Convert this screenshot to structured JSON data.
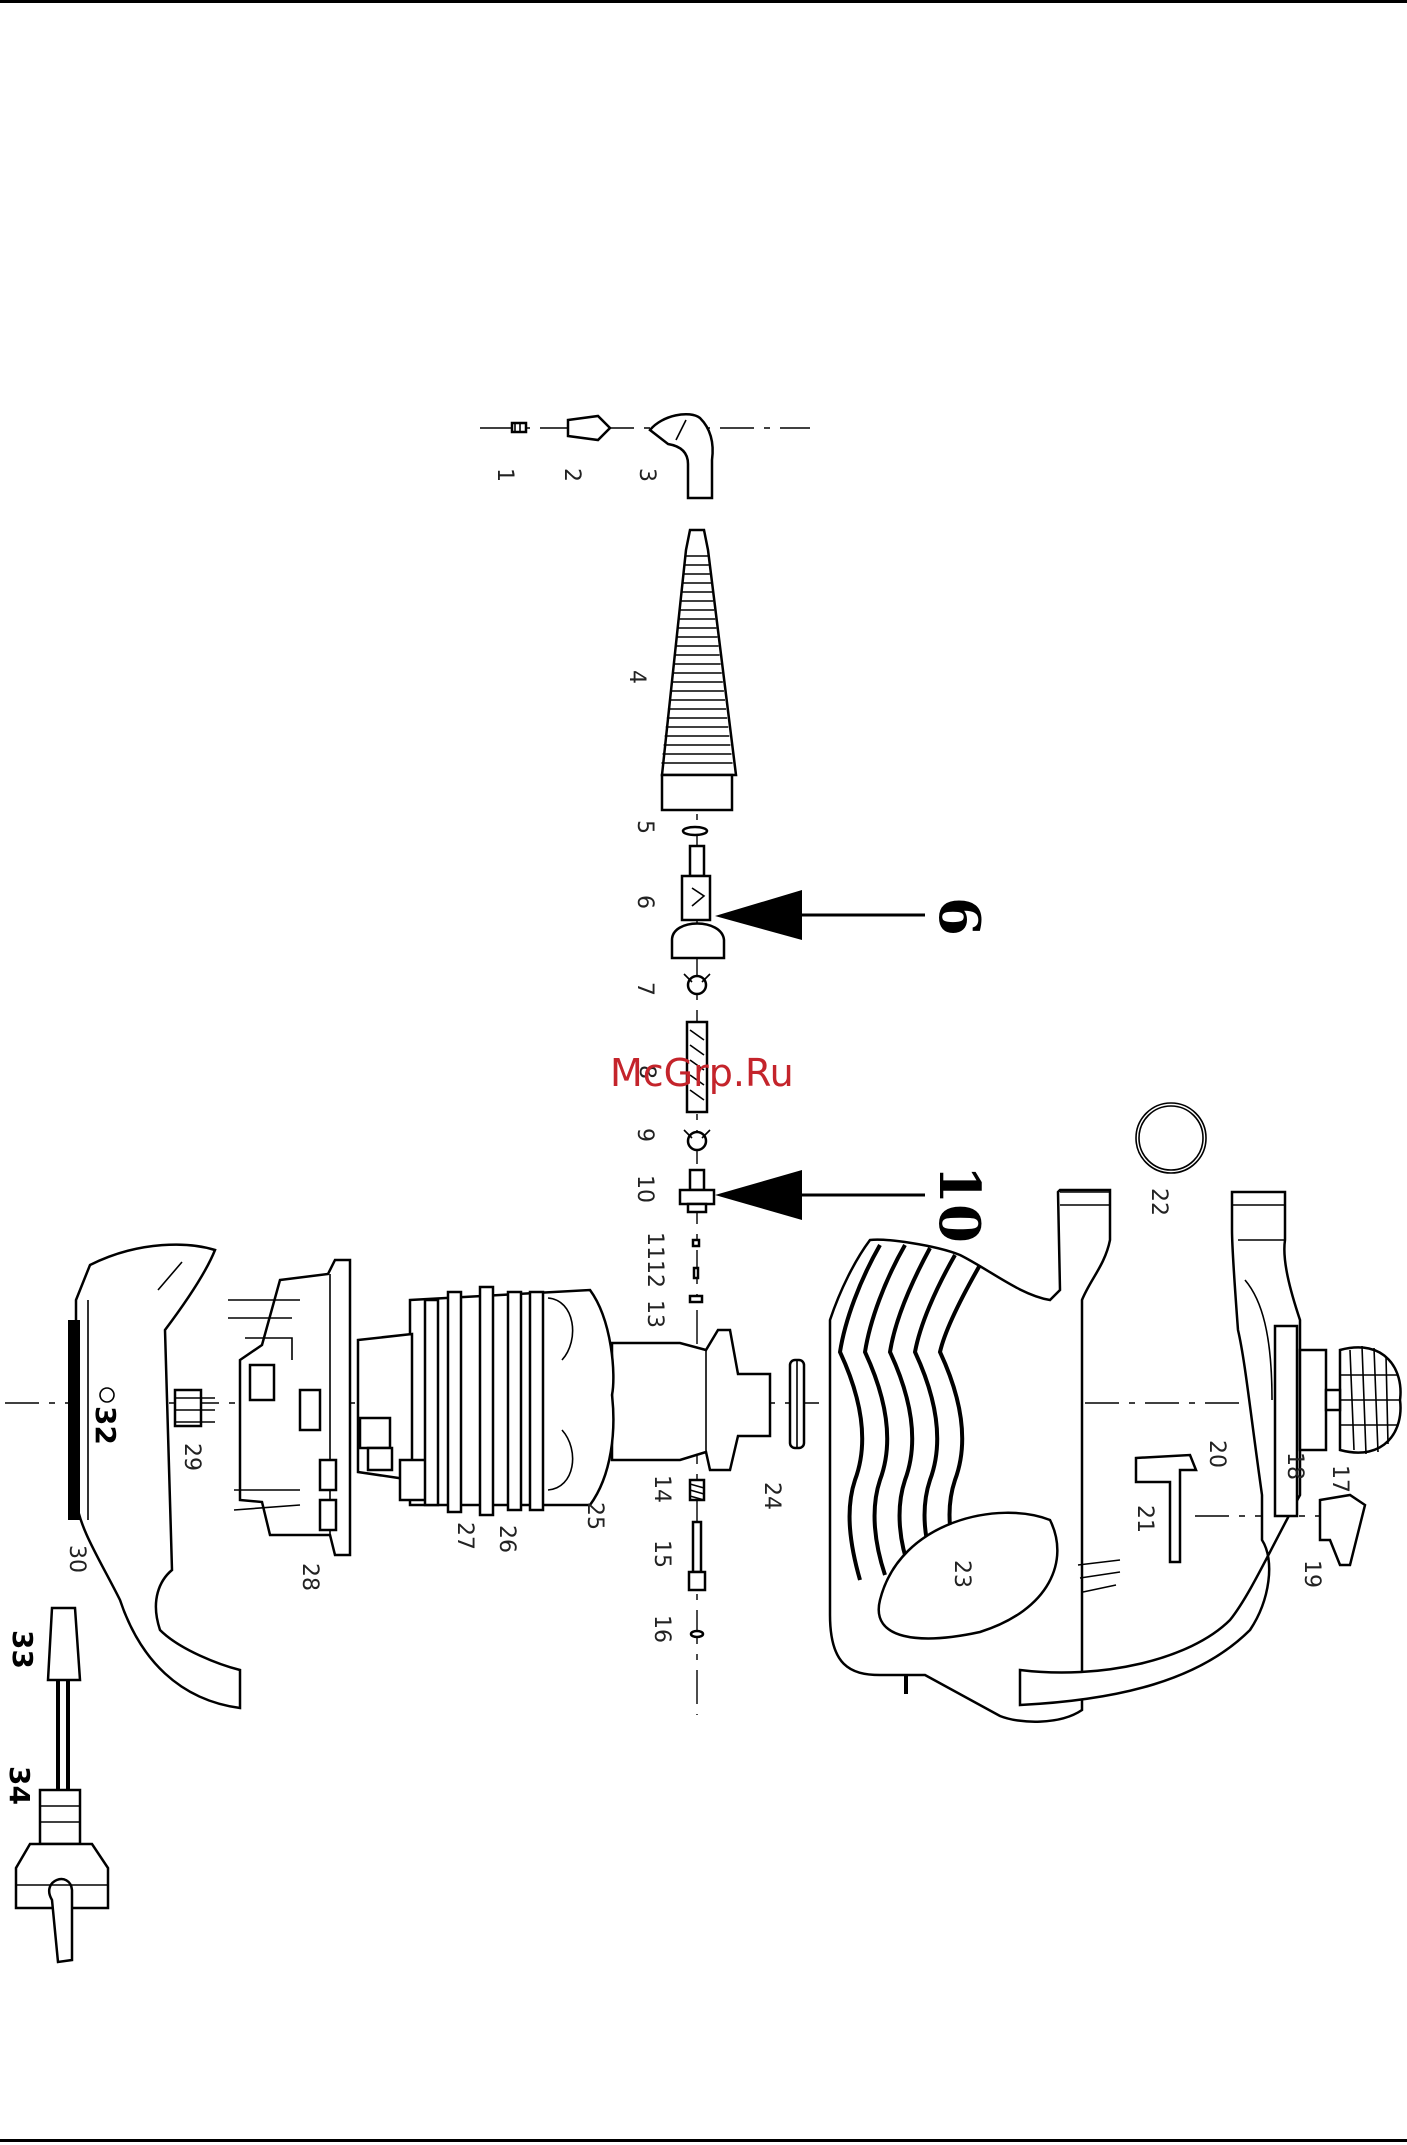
{
  "watermark": "McGrp.Ru",
  "part_labels": [
    "1",
    "2",
    "3",
    "4",
    "5",
    "6",
    "7",
    "8",
    "9",
    "10",
    "11",
    "12",
    "13",
    "14",
    "15",
    "16",
    "17",
    "18",
    "19",
    "20",
    "21",
    "22",
    "23",
    "24",
    "25",
    "26",
    "27",
    "28",
    "29",
    "30"
  ],
  "bold_labels": {
    "32": "32",
    "33": "33",
    "34": "34"
  },
  "callouts": {
    "six": "6",
    "ten": "10"
  }
}
